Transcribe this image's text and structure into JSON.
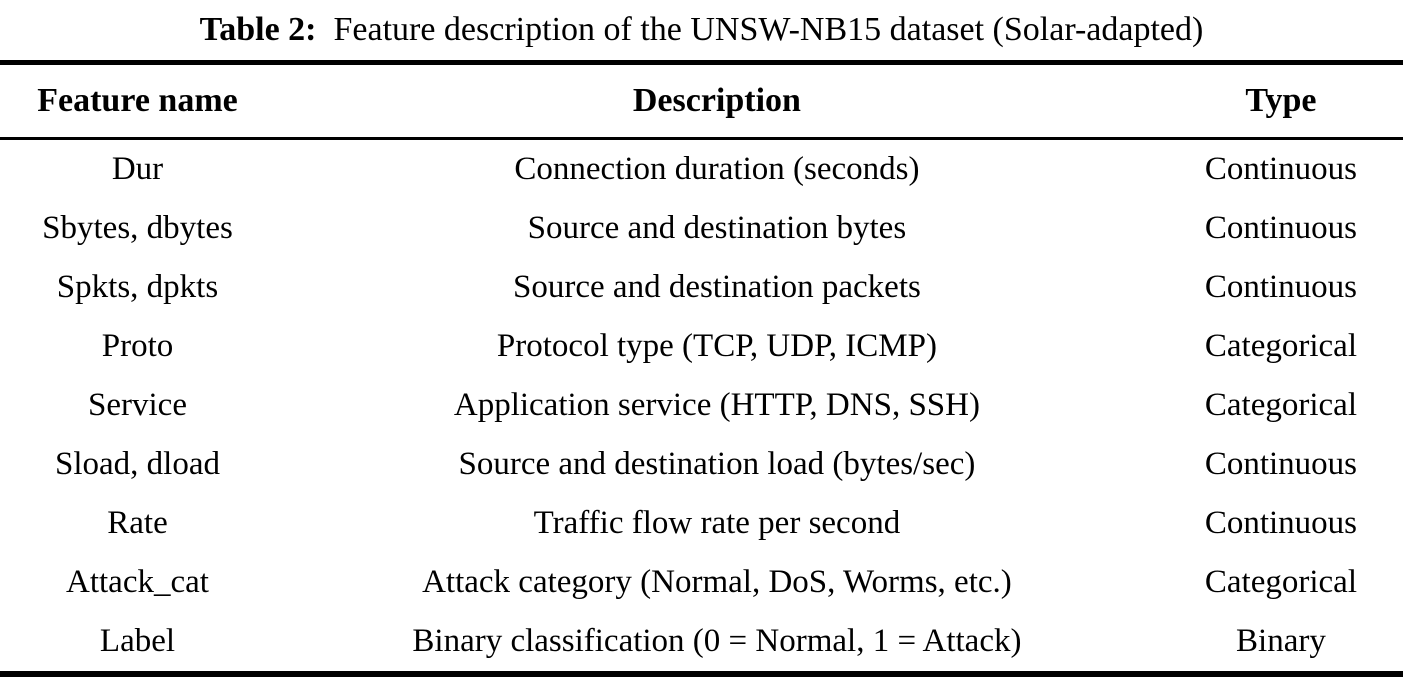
{
  "page": {
    "background": "#ffffff",
    "text_color": "#000000"
  },
  "title": {
    "label": "Table 2:",
    "caption": "Feature description of the UNSW-NB15 dataset (Solar-adapted)"
  },
  "table": {
    "columns": [
      {
        "key": "feature",
        "label": "Feature name"
      },
      {
        "key": "description",
        "label": "Description"
      },
      {
        "key": "type",
        "label": "Type"
      }
    ],
    "rows": [
      {
        "feature": "Dur",
        "description": "Connection duration (seconds)",
        "type": "Continuous"
      },
      {
        "feature": "Sbytes, dbytes",
        "description": "Source and destination bytes",
        "type": "Continuous"
      },
      {
        "feature": "Spkts, dpkts",
        "description": "Source and destination packets",
        "type": "Continuous"
      },
      {
        "feature": "Proto",
        "description": "Protocol type (TCP, UDP, ICMP)",
        "type": "Categorical"
      },
      {
        "feature": "Service",
        "description": "Application service (HTTP, DNS, SSH)",
        "type": "Categorical"
      },
      {
        "feature": "Sload, dload",
        "description": "Source and destination load (bytes/sec)",
        "type": "Continuous"
      },
      {
        "feature": "Rate",
        "description": "Traffic flow rate per second",
        "type": "Continuous"
      },
      {
        "feature": "Attack_cat",
        "description": "Attack category (Normal, DoS, Worms, etc.)",
        "type": "Categorical"
      },
      {
        "feature": "Label",
        "description": "Binary classification (0 = Normal, 1 = Attack)",
        "type": "Binary"
      }
    ]
  }
}
